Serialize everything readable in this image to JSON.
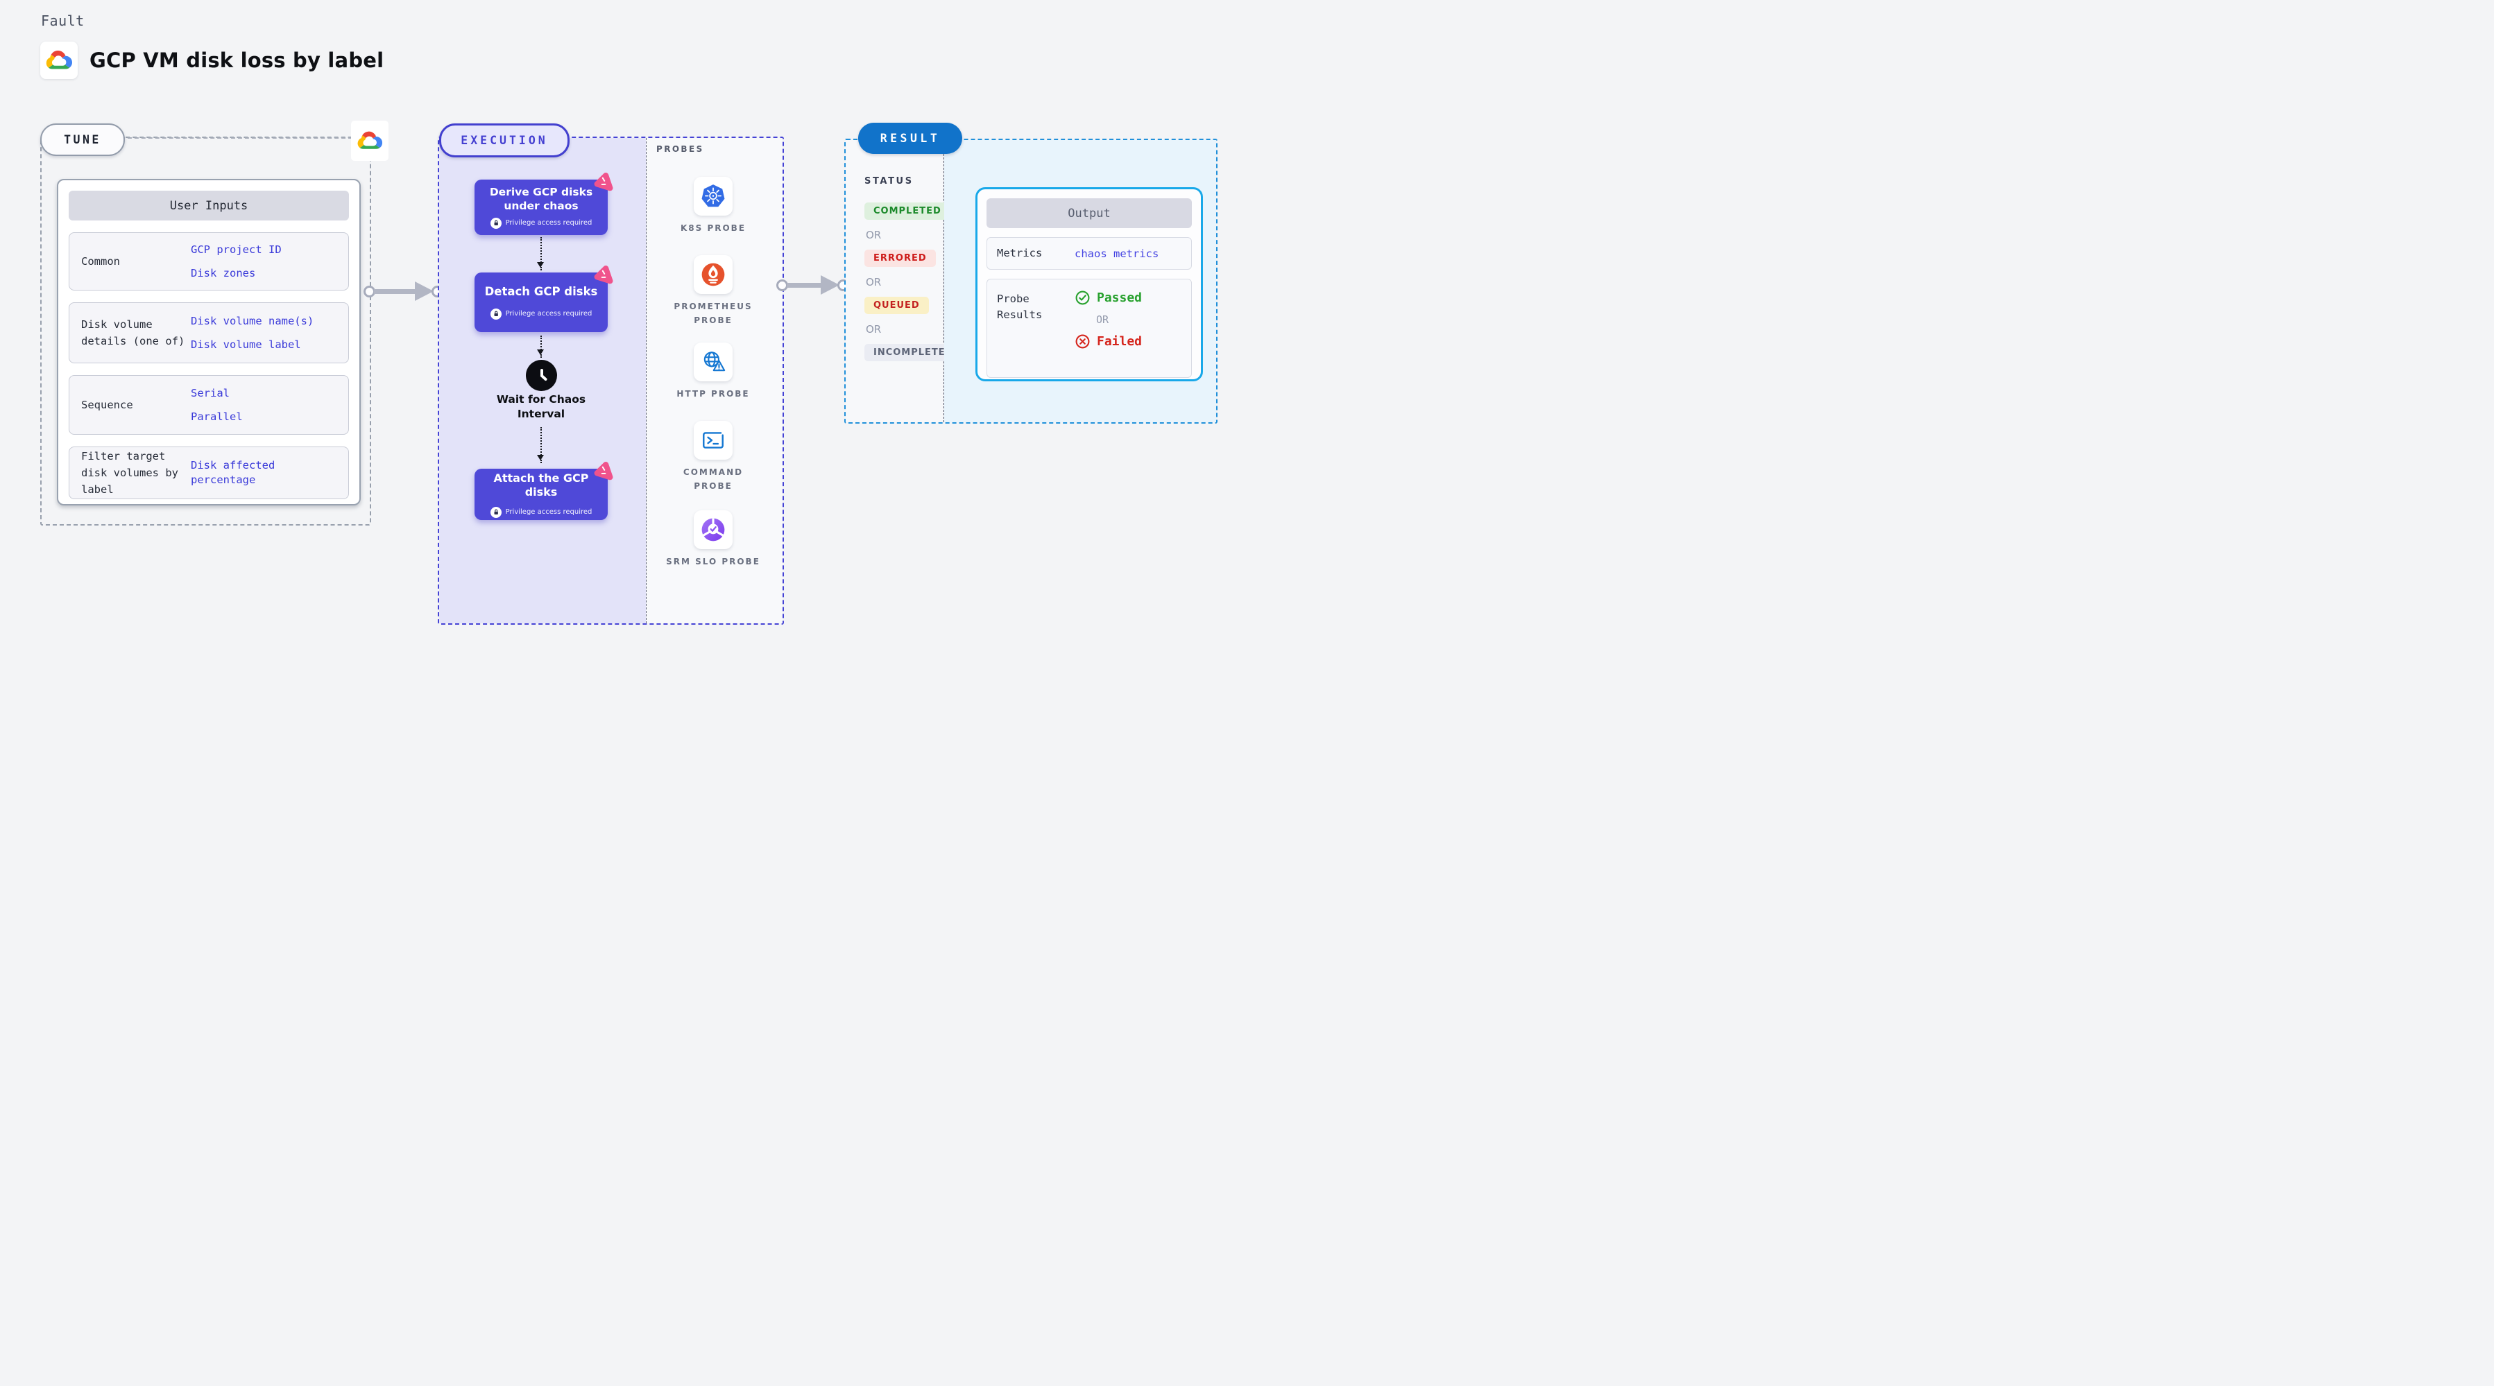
{
  "page": {
    "kicker": "Fault",
    "title": "GCP VM disk loss by label"
  },
  "tune": {
    "badge": "TUNE",
    "table": {
      "header": "User Inputs",
      "rows": [
        {
          "label": "Common",
          "values": [
            "GCP project ID",
            "Disk zones"
          ]
        },
        {
          "label": "Disk volume details (one of)",
          "values": [
            "Disk volume name(s)",
            "Disk volume label"
          ]
        },
        {
          "label": "Sequence",
          "values": [
            "Serial",
            "Parallel"
          ]
        },
        {
          "label": "Filter target disk volumes by label",
          "values": [
            "Disk affected percentage"
          ]
        }
      ]
    }
  },
  "execution": {
    "badge": "EXECUTION",
    "nodes": [
      {
        "title": "Derive GCP disks under chaos",
        "note": "Privilege access required"
      },
      {
        "title": "Detach GCP disks",
        "note": "Privilege access required"
      },
      {
        "title": "Attach the GCP disks",
        "note": "Privilege access required"
      }
    ],
    "wait_label": "Wait for Chaos Interval"
  },
  "probes": {
    "heading": "PROBES",
    "items": [
      {
        "label": "K8S PROBE",
        "icon": "kubernetes-icon"
      },
      {
        "label": "PROMETHEUS PROBE",
        "icon": "prometheus-icon"
      },
      {
        "label": "HTTP PROBE",
        "icon": "http-globe-warning-icon"
      },
      {
        "label": "COMMAND PROBE",
        "icon": "terminal-icon"
      },
      {
        "label": "SRM SLO PROBE",
        "icon": "srm-slo-icon"
      }
    ]
  },
  "result": {
    "badge": "RESULT",
    "status_heading": "STATUS",
    "or_label": "OR",
    "statuses": [
      {
        "label": "COMPLETED",
        "fg": "#1c8a2b",
        "bg": "#def0de"
      },
      {
        "label": "ERRORED",
        "fg": "#ce1d1b",
        "bg": "#fbe4e2"
      },
      {
        "label": "QUEUED",
        "fg": "#c32220",
        "bg": "#faf0c6"
      },
      {
        "label": "INCOMPLETED",
        "fg": "#5d6477",
        "bg": "#eaecf3"
      }
    ],
    "output": {
      "header": "Output",
      "metrics_label": "Metrics",
      "metrics_value": "chaos metrics",
      "probe_results_label": "Probe Results",
      "passed": "Passed",
      "failed": "Failed"
    }
  },
  "colors": {
    "node_purple": "#4f49d8",
    "link_blue": "#3a3ad9",
    "result_blue": "#1173ca",
    "output_border": "#18a8e9",
    "passed_green": "#28a12e",
    "failed_red": "#d5251d",
    "k8s_blue": "#326ce5",
    "prometheus_orange": "#e6522c",
    "probe_icon_blue": "#1477d2",
    "srm_purple": "#7b3bed",
    "litmus_pink": "#f0538c",
    "execution_bg": "#e3e3f9",
    "result_bg": "#e8f4fc"
  }
}
